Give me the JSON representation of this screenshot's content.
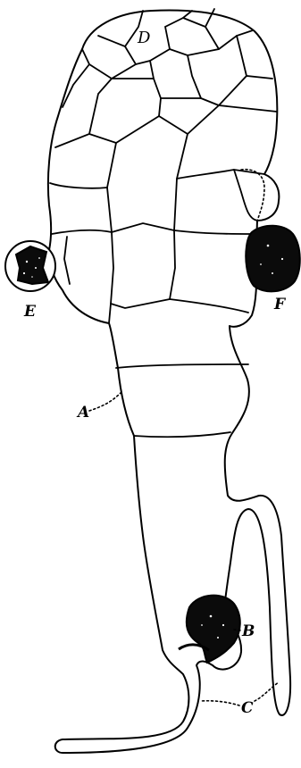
{
  "figure": {
    "labels": {
      "cell_d": "D",
      "a": "A",
      "b": "B",
      "c": "C",
      "e": "E",
      "f": "F"
    }
  }
}
